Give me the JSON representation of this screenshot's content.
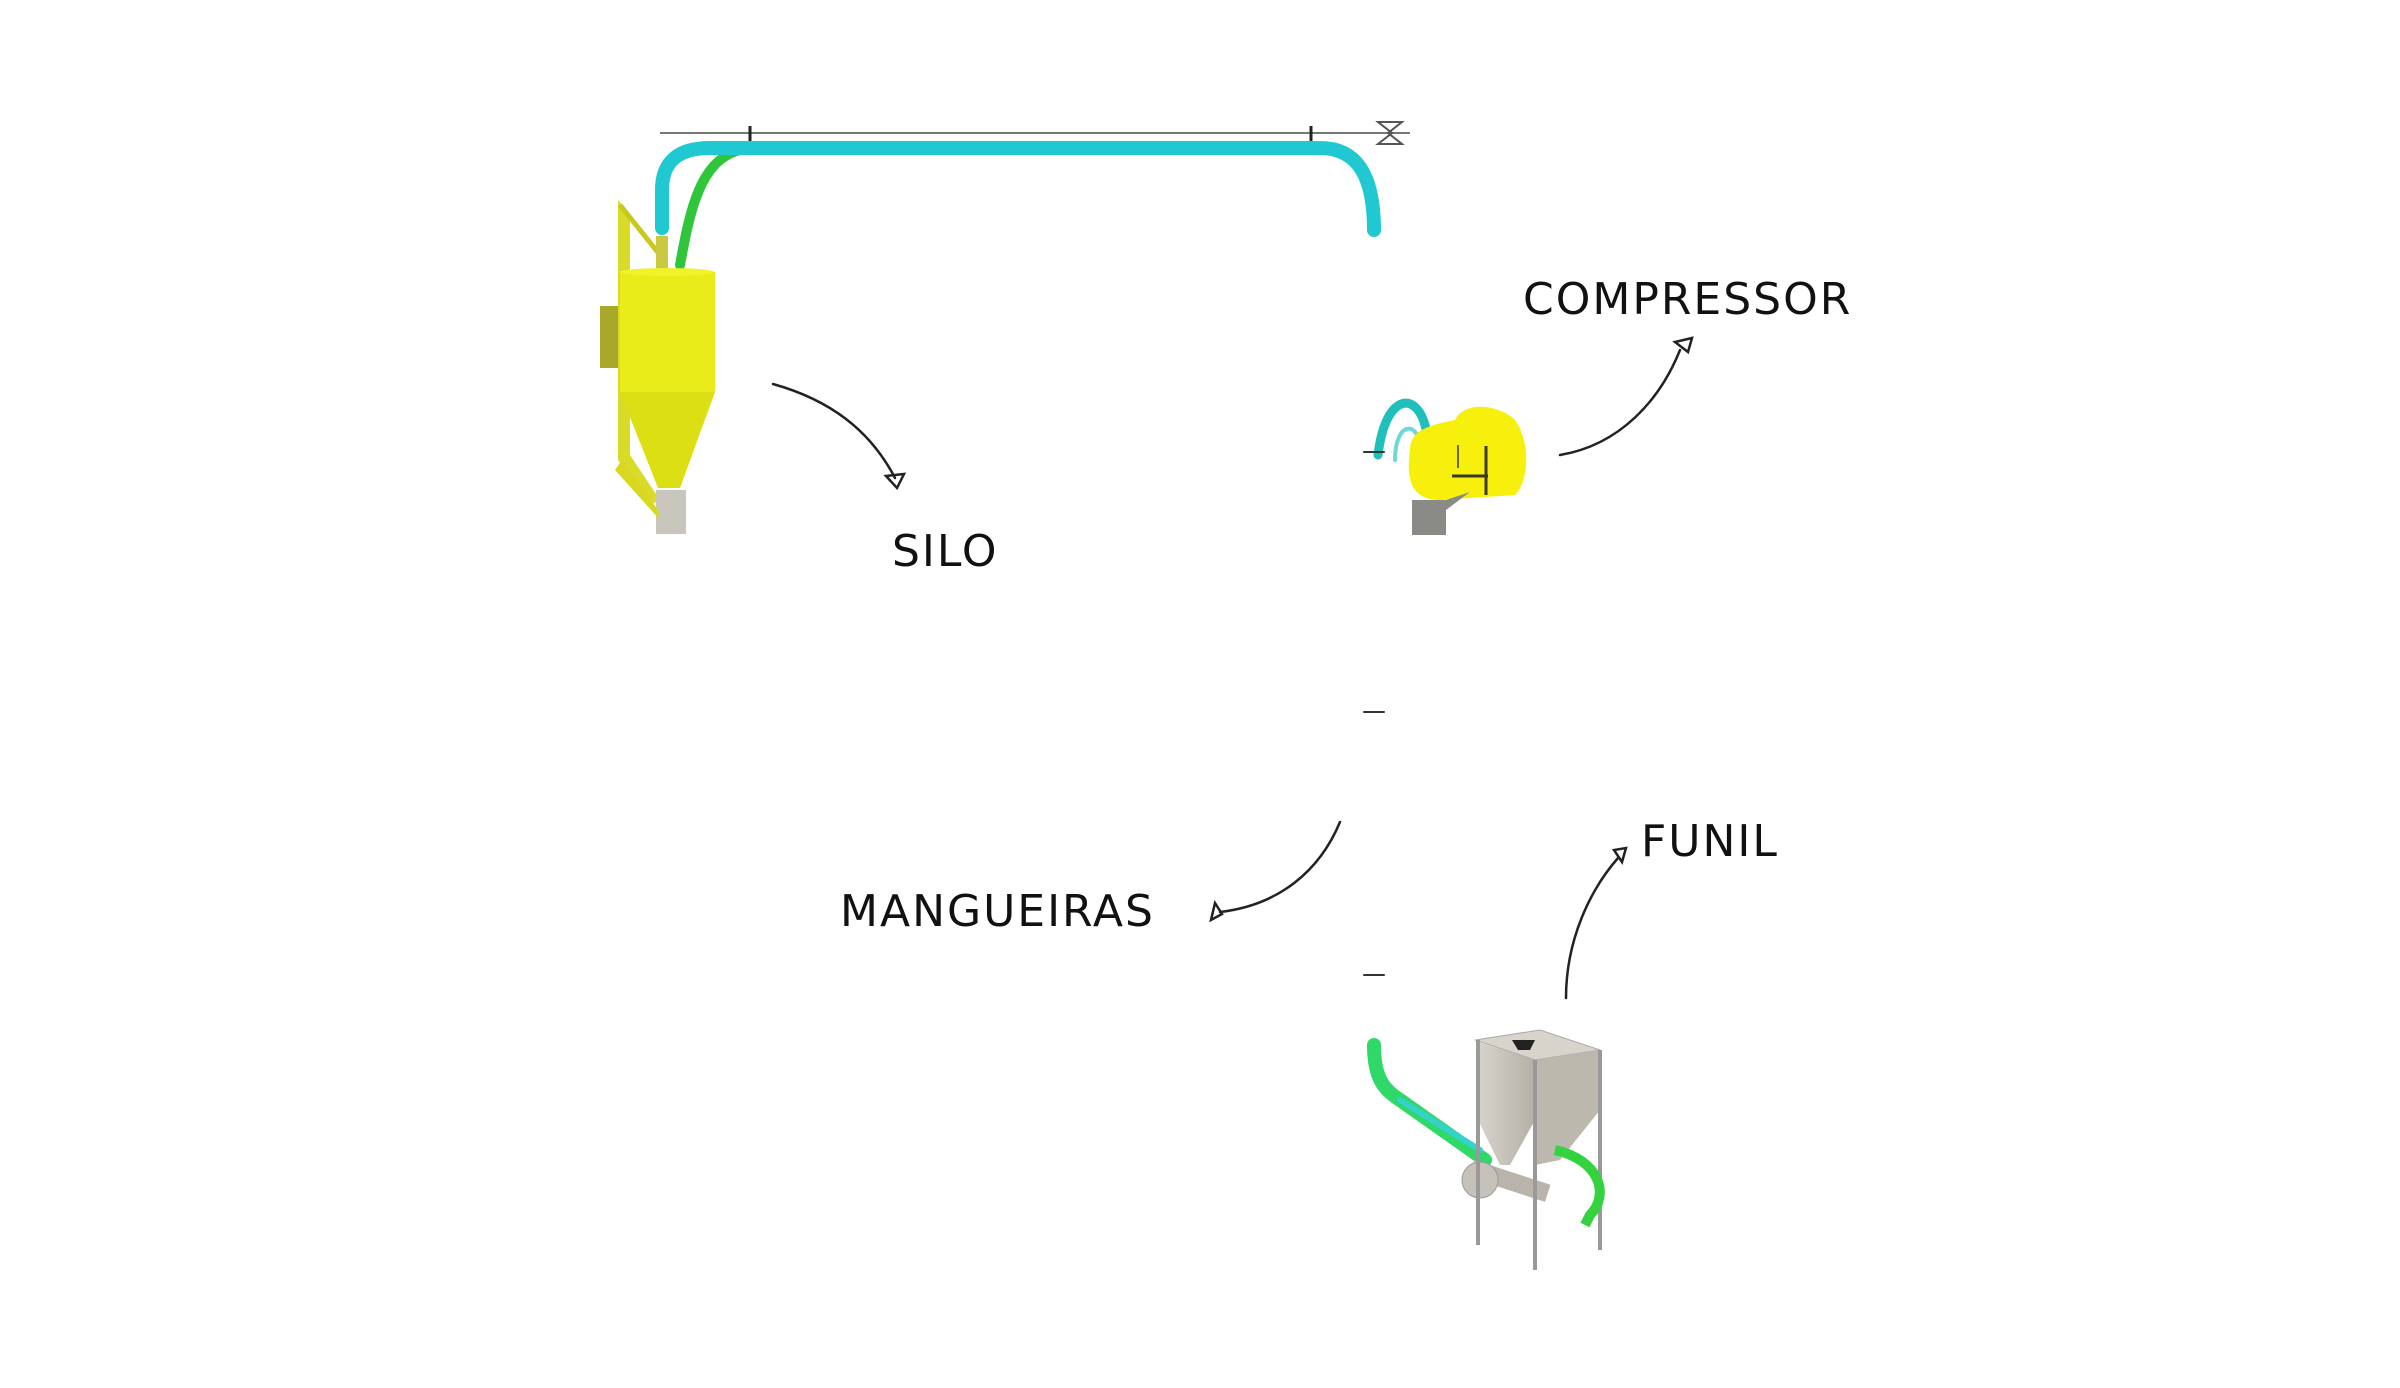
{
  "diagram": {
    "title": "",
    "labels": {
      "compressor": "COMPRESSOR",
      "silo": "SILO",
      "mangueiras": "MANGUEIRAS",
      "funil": "FUNIL"
    },
    "components": [
      {
        "id": "silo",
        "name": "SILO",
        "color": "#e8ec1c"
      },
      {
        "id": "compressor",
        "name": "COMPRESSOR",
        "color": "#f4ee12"
      },
      {
        "id": "mangueiras",
        "name": "MANGUEIRAS",
        "color": "#1ec6c6"
      },
      {
        "id": "funil",
        "name": "FUNIL",
        "color": "#c9c6c0"
      }
    ],
    "colors": {
      "hose_cyan": "#22c8d0",
      "hose_teal": "#1fb890",
      "hose_green": "#35d24a",
      "silo_yellow": "#e8ec1c",
      "compressor_yellow": "#f6f00c",
      "steel": "#c8c4bc",
      "annotation": "#222222"
    }
  }
}
